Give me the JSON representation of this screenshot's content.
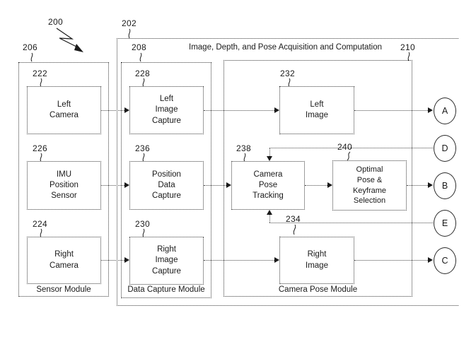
{
  "figure": {
    "figure_ref": "200",
    "outer_region_ref": "202",
    "header_title": "Image, Depth, and Pose Acquisition and Computation"
  },
  "modules": [
    {
      "ref": "206",
      "label": "Sensor Module",
      "nodes": [
        {
          "ref": "222",
          "label": "Left Camera"
        },
        {
          "ref": "226",
          "label": "IMU Position Sensor"
        },
        {
          "ref": "224",
          "label": "Right Camera"
        }
      ]
    },
    {
      "ref": "208",
      "label": "Data Capture Module",
      "nodes": [
        {
          "ref": "228",
          "label": "Left Image Capture"
        },
        {
          "ref": "236",
          "label": "Position Data Capture"
        },
        {
          "ref": "230",
          "label": "Right Image Capture"
        }
      ]
    },
    {
      "ref": "210",
      "label": "Camera Pose Module",
      "nodes": [
        {
          "ref": "232",
          "label": "Left Image"
        },
        {
          "ref": "238",
          "label": "Camera Pose Tracking"
        },
        {
          "ref": "240",
          "label": "Optimal Pose & Keyframe Selection"
        },
        {
          "ref": "234",
          "label": "Right Image"
        }
      ]
    }
  ],
  "nodes": {
    "left_camera": {
      "ref": "222",
      "line1": "Left",
      "line2": "Camera"
    },
    "imu_position_sensor": {
      "ref": "226",
      "line1": "IMU",
      "line2": "Position",
      "line3": "Sensor"
    },
    "right_camera": {
      "ref": "224",
      "line1": "Right",
      "line2": "Camera"
    },
    "left_image_capture": {
      "ref": "228",
      "line1": "Left",
      "line2": "Image",
      "line3": "Capture"
    },
    "position_data_capture": {
      "ref": "236",
      "line1": "Position",
      "line2": "Data",
      "line3": "Capture"
    },
    "right_image_capture": {
      "ref": "230",
      "line1": "Right",
      "line2": "Image",
      "line3": "Capture"
    },
    "left_image": {
      "ref": "232",
      "line1": "Left",
      "line2": "Image"
    },
    "camera_pose_tracking": {
      "ref": "238",
      "line1": "Camera",
      "line2": "Pose",
      "line3": "Tracking"
    },
    "optimal_pose_keyframe": {
      "ref": "240",
      "line1": "Optimal",
      "line2": "Pose &",
      "line3": "Keyframe",
      "line4": "Selection"
    },
    "right_image": {
      "ref": "234",
      "line1": "Right",
      "line2": "Image"
    }
  },
  "module_labels": {
    "sensor": "Sensor Module",
    "data_capture": "Data Capture Module",
    "camera_pose": "Camera Pose Module"
  },
  "connectors": [
    {
      "id": "A",
      "label": "A"
    },
    {
      "id": "D",
      "label": "D"
    },
    {
      "id": "B",
      "label": "B"
    },
    {
      "id": "E",
      "label": "E"
    },
    {
      "id": "C",
      "label": "C"
    }
  ],
  "connector_labels": {
    "a": "A",
    "d": "D",
    "b": "B",
    "e": "E",
    "c": "C"
  },
  "refs": {
    "r200": "200",
    "r202": "202",
    "r206": "206",
    "r208": "208",
    "r210": "210",
    "r222": "222",
    "r224": "224",
    "r226": "226",
    "r228": "228",
    "r230": "230",
    "r232": "232",
    "r234": "234",
    "r236": "236",
    "r238": "238",
    "r240": "240"
  },
  "colors": {
    "ink": "#1a1a1a",
    "line": "#3b3b3b",
    "background": "#ffffff"
  }
}
